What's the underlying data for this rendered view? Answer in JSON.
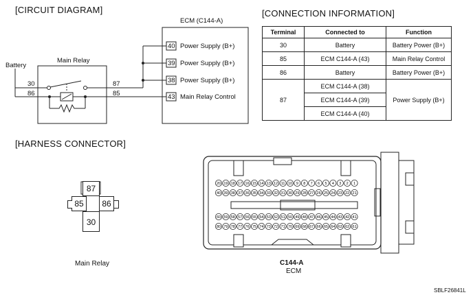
{
  "sections": {
    "circuit": "[CIRCUIT DIAGRAM]",
    "connection": "[CONNECTION INFORMATION]",
    "harness": "[HARNESS CONNECTOR]"
  },
  "circuit": {
    "battery_label": "Battery",
    "main_relay_label": "Main Relay",
    "ecm_label": "ECM (C144-A)",
    "relay_pins": {
      "p30": "30",
      "p86": "86",
      "p87": "87",
      "p85": "85"
    },
    "ecm_pins": [
      {
        "pin": "40",
        "name": "Power Supply (B+)"
      },
      {
        "pin": "39",
        "name": "Power Supply (B+)"
      },
      {
        "pin": "38",
        "name": "Power Supply (B+)"
      },
      {
        "pin": "43",
        "name": "Main Relay Control"
      }
    ]
  },
  "table": {
    "headers": [
      "Terminal",
      "Connected to",
      "Function"
    ],
    "rows": [
      {
        "terminal": "30",
        "connected": [
          "Battery"
        ],
        "function": "Battery Power (B+)"
      },
      {
        "terminal": "85",
        "connected": [
          "ECM C144-A (43)"
        ],
        "function": "Main Relay Control"
      },
      {
        "terminal": "86",
        "connected": [
          "Battery"
        ],
        "function": "Battery Power (B+)"
      },
      {
        "terminal": "87",
        "connected": [
          "ECM C144-A (38)",
          "ECM C144-A (39)",
          "ECM C144-A (40)"
        ],
        "function": "Power Supply (B+)"
      }
    ]
  },
  "harness": {
    "relay_pins": {
      "top": "87",
      "left": "85",
      "right": "86",
      "bottom": "30"
    },
    "relay_caption": "Main Relay",
    "ecm_connector": "C144-A",
    "ecm_caption": "ECM",
    "ecm_rows": [
      [
        "80",
        "79",
        "78",
        "77",
        "76",
        "75",
        "74",
        "73",
        "72",
        "71",
        "70",
        "69",
        "68",
        "67",
        "66",
        "65",
        "64",
        "63",
        "62",
        "61"
      ],
      [
        "60",
        "59",
        "58",
        "57",
        "56",
        "55",
        "54",
        "53",
        "52",
        "51",
        "50",
        "49",
        "48",
        "47",
        "46",
        "45",
        "44",
        "43",
        "42",
        "41"
      ],
      [
        "40",
        "39",
        "38",
        "37",
        "36",
        "35",
        "34",
        "33",
        "32",
        "31",
        "30",
        "29",
        "28",
        "27",
        "26",
        "25",
        "24",
        "23",
        "22",
        "21"
      ],
      [
        "20",
        "19",
        "18",
        "17",
        "16",
        "15",
        "14",
        "13",
        "12",
        "11",
        "10",
        "9",
        "8",
        "7",
        "6",
        "5",
        "4",
        "3",
        "2",
        "1"
      ]
    ]
  },
  "figure_id": "SBLF26841L"
}
